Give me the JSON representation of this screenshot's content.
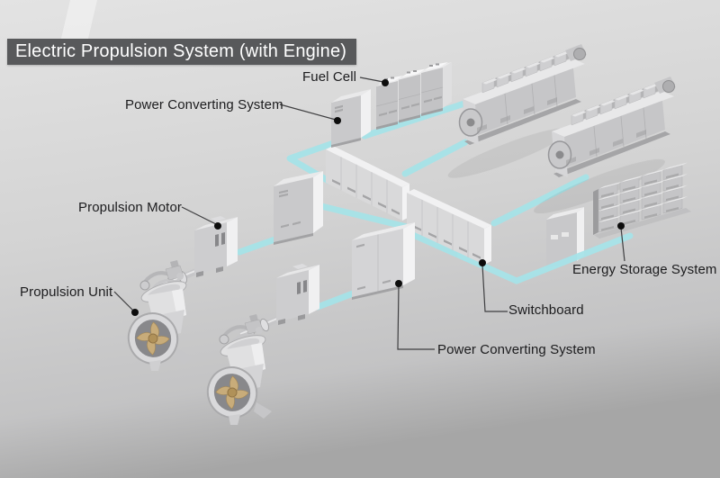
{
  "title": "Electric Propulsion System (with Engine)",
  "labels": {
    "fuel_cell": "Fuel Cell",
    "power_converting_top": "Power Converting System",
    "propulsion_motor": "Propulsion Motor",
    "propulsion_unit": "Propulsion Unit",
    "switchboard": "Switchboard",
    "power_converting_bottom": "Power Converting System",
    "energy_storage": "Energy Storage System"
  },
  "colors": {
    "background_top": "#e3e3e3",
    "background_bottom": "#a6a6a6",
    "bus_line": "#a6e3e8",
    "banner_background": "#58595b",
    "banner_text": "#ffffff",
    "label_text": "#1c1c1e",
    "leader_line": "#3f3f41",
    "connector_dot": "#0d0d0d",
    "machine_gray": "#d2d2d4",
    "propeller_bronze": "#c8ac7a"
  },
  "components": [
    {
      "id": "fuel-cell-units",
      "label": "Fuel Cell"
    },
    {
      "id": "power-converting-system-1",
      "label": "Power Converting System"
    },
    {
      "id": "diesel-engine-1"
    },
    {
      "id": "diesel-engine-2"
    },
    {
      "id": "energy-storage-rack",
      "label": "Energy Storage System"
    },
    {
      "id": "auxiliary-cabinet"
    },
    {
      "id": "switchboard-panels",
      "label": "Switchboard"
    },
    {
      "id": "power-converting-system-2",
      "label": "Power Converting System"
    },
    {
      "id": "converter-cabinet"
    },
    {
      "id": "propulsion-motor-1",
      "label": "Propulsion Motor"
    },
    {
      "id": "propulsion-motor-2"
    },
    {
      "id": "propulsion-unit-1",
      "label": "Propulsion Unit"
    },
    {
      "id": "propulsion-unit-2"
    }
  ],
  "connections": [
    [
      "fuel-cell-units",
      "power-converting-system-1"
    ],
    [
      "power-converting-system-1",
      "switchboard-panels"
    ],
    [
      "diesel-engine-1",
      "switchboard-panels"
    ],
    [
      "diesel-engine-2",
      "switchboard-panels"
    ],
    [
      "switchboard-panels",
      "energy-storage-rack"
    ],
    [
      "propulsion-motor-1",
      "converter-cabinet"
    ],
    [
      "converter-cabinet",
      "switchboard-panels"
    ],
    [
      "propulsion-motor-2",
      "power-converting-system-2"
    ]
  ]
}
